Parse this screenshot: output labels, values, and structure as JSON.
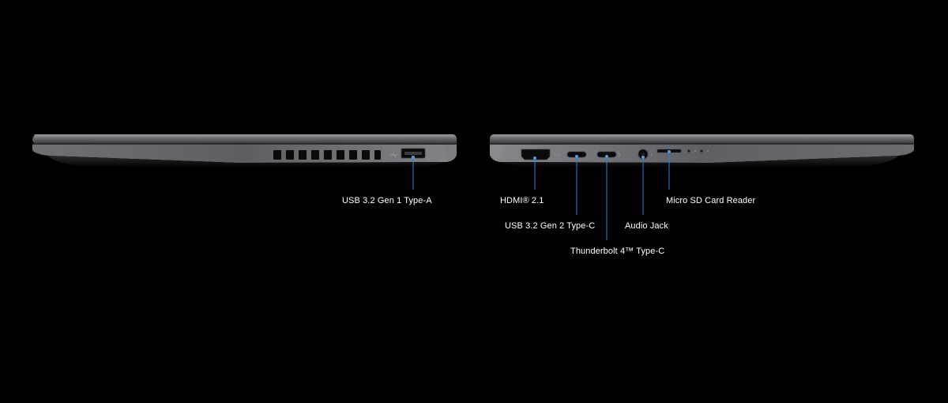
{
  "colors": {
    "background": "#000000",
    "chassis": "#5a5c5f",
    "chassis_light": "#8b8d90",
    "port": "#0b0b0c",
    "leader": "#2f7fd6",
    "label_text": "#ffffff"
  },
  "ports": {
    "usb_a": "USB 3.2 Gen 1 Type-A",
    "hdmi": "HDMI® 2.1",
    "usb_c_gen2": "USB 3.2 Gen 2 Type-C",
    "thunderbolt": "Thunderbolt 4™ Type-C",
    "audio": "Audio Jack",
    "microsd": "Micro SD Card Reader"
  }
}
